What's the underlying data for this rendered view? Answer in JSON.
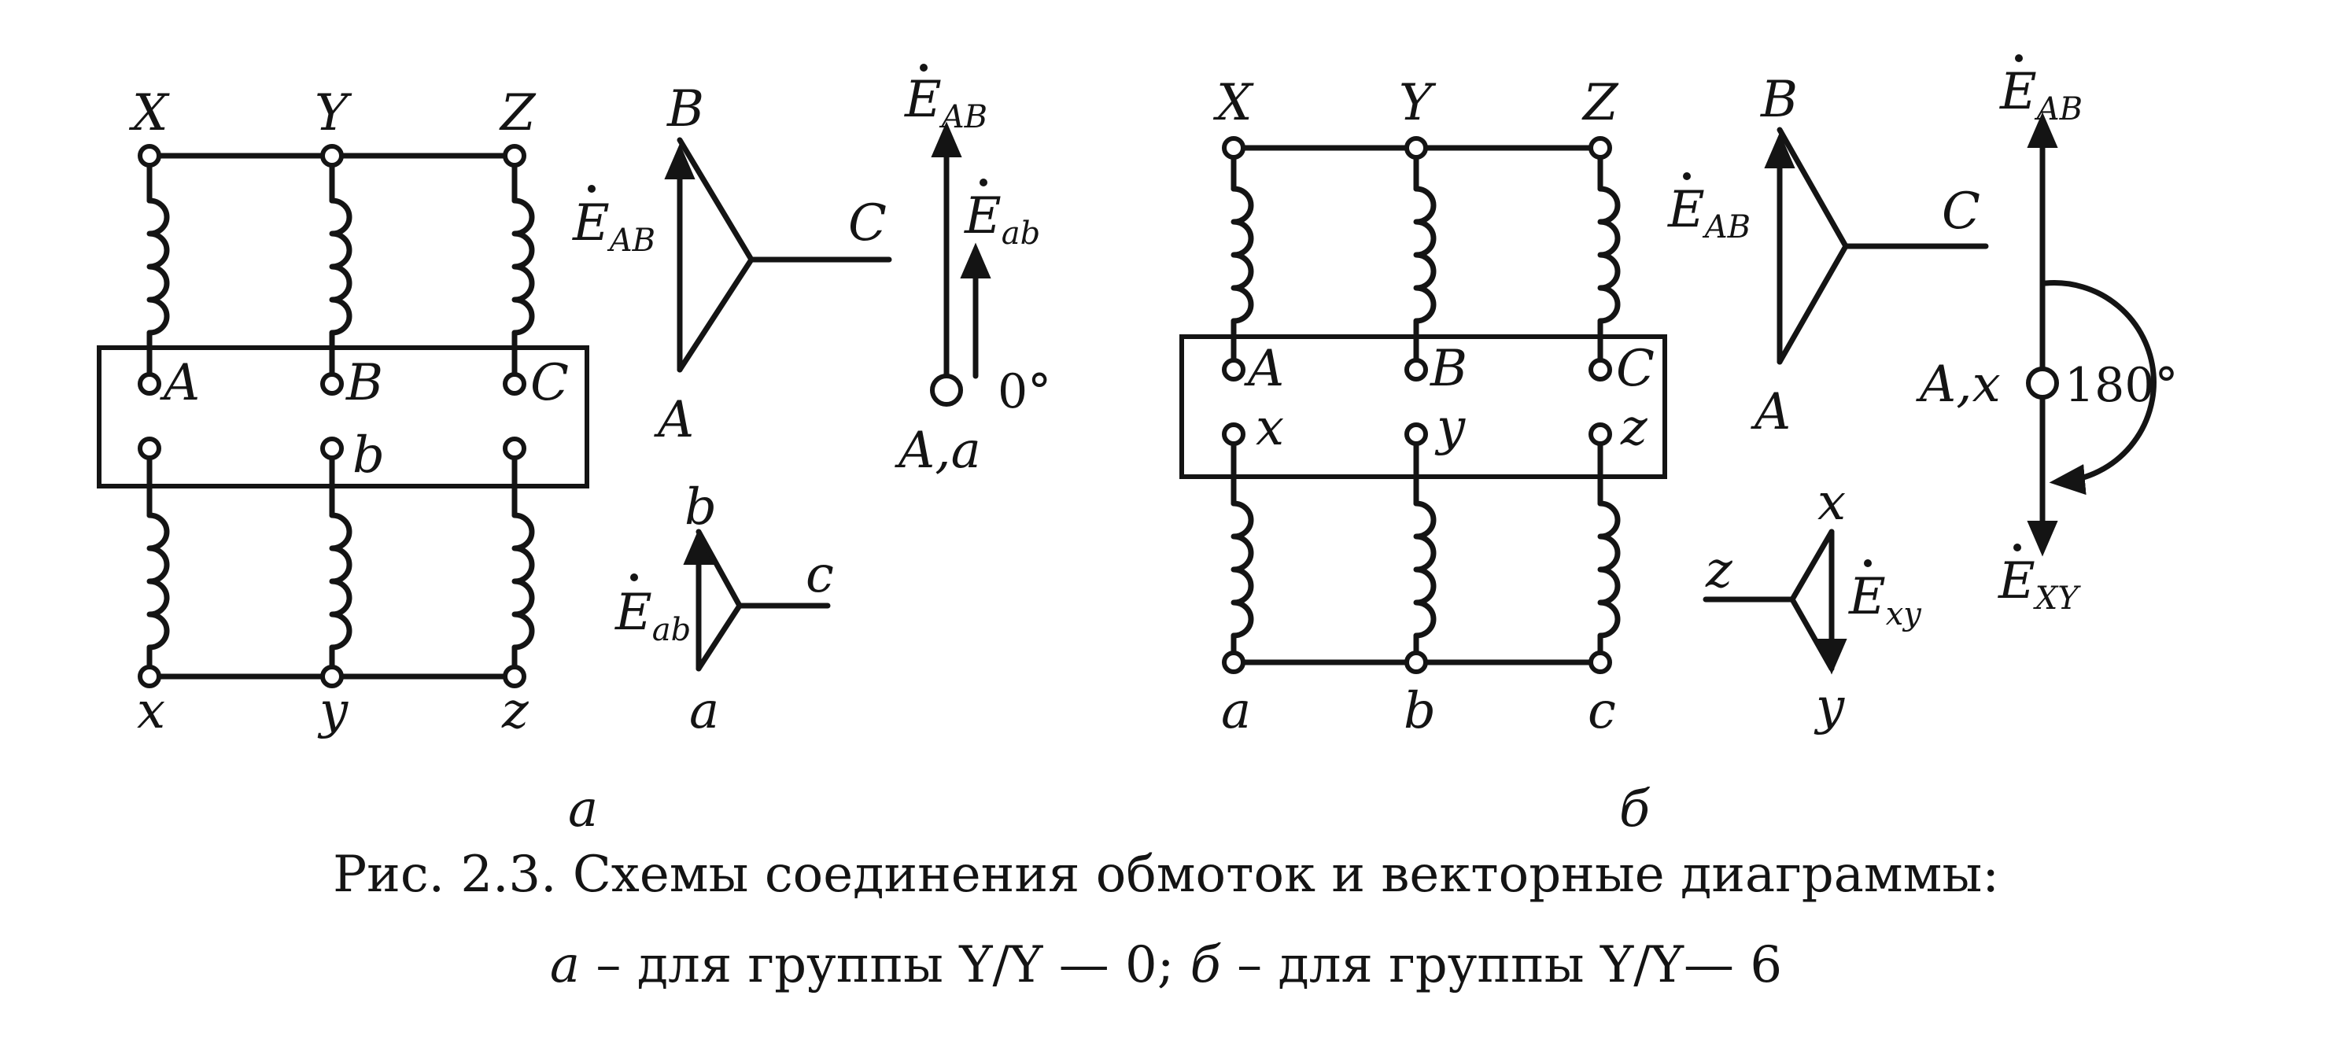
{
  "caption": {
    "line1": "Рис. 2.3. Схемы соединения обмоток и векторные диаграммы:",
    "line2_a": "а",
    "line2_a_text": " – для группы Y/Y — 0; ",
    "line2_b": "б",
    "line2_b_text": " – для группы Y/Y— 6"
  },
  "panel_a": {
    "label": "а",
    "top_terminals": [
      "X",
      "Y",
      "Z"
    ],
    "primary_taps": [
      "A",
      "B",
      "C"
    ],
    "secondary_tap_b": "b",
    "bottom_terminals": [
      "x",
      "y",
      "z"
    ],
    "star_hv": {
      "A": "A",
      "B": "B",
      "C": "C",
      "emf_main": "E",
      "emf_sub": "AB"
    },
    "star_lv": {
      "a": "a",
      "b": "b",
      "c": "c",
      "emf_main": "E",
      "emf_sub": "ab"
    },
    "phasor": {
      "top_main": "E",
      "top_sub": "AB",
      "mid_main": "E",
      "mid_sub": "ab",
      "angle": "0°",
      "origin": "A,a"
    }
  },
  "panel_b": {
    "label": "б",
    "top_terminals": [
      "X",
      "Y",
      "Z"
    ],
    "primary_taps": [
      "A",
      "B",
      "C"
    ],
    "secondary_taps": [
      "x",
      "y",
      "z"
    ],
    "bottom_terminals": [
      "a",
      "b",
      "c"
    ],
    "star_hv": {
      "A": "A",
      "B": "B",
      "C": "C",
      "emf_main": "E",
      "emf_sub": "AB"
    },
    "star_lv": {
      "x": "x",
      "y": "y",
      "z": "z",
      "emf_main": "E",
      "emf_sub": "xy"
    },
    "phasor": {
      "top_main": "E",
      "top_sub": "AB",
      "bottom_main": "E",
      "bottom_sub": "XY",
      "angle": "180°",
      "origin": "A,x"
    }
  }
}
